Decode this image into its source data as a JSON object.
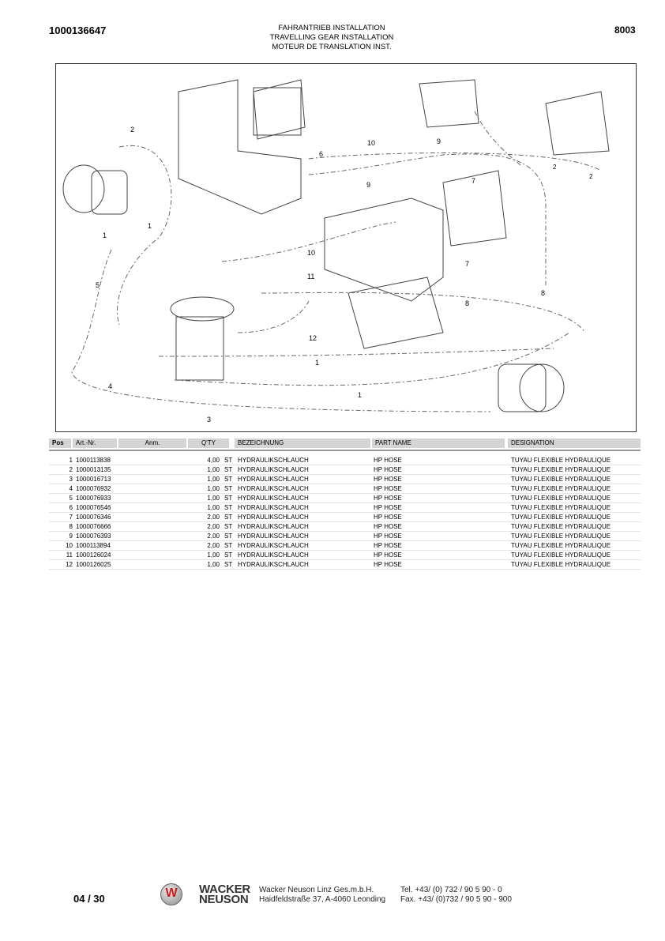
{
  "header": {
    "doc_number": "1000136647",
    "page_code": "8003",
    "titles": [
      "FAHRANTRIEB INSTALLATION",
      "TRAVELLING GEAR INSTALLATION",
      "MOTEUR DE TRANSLATION INST."
    ]
  },
  "diagram": {
    "callouts": [
      "2",
      "1",
      "1",
      "5",
      "4",
      "3",
      "6",
      "10",
      "9",
      "9",
      "7",
      "7",
      "10",
      "11",
      "12",
      "8",
      "8",
      "1",
      "1",
      "2",
      "2"
    ]
  },
  "table": {
    "headers": {
      "pos": "Pos",
      "art": "Art.-Nr.",
      "anm": "Anm.",
      "qty": "Q'TY",
      "bez": "BEZEICHNUNG",
      "part": "PART NAME",
      "des": "DESIGNATION"
    },
    "rows": [
      {
        "pos": "1",
        "art": "1000113838",
        "anm": "",
        "qty": "4,00",
        "unit": "ST",
        "bez": "HYDRAULIKSCHLAUCH",
        "part": "HP HOSE",
        "des": "TUYAU FLEXIBLE HYDRAULIQUE"
      },
      {
        "pos": "2",
        "art": "1000013135",
        "anm": "",
        "qty": "1,00",
        "unit": "ST",
        "bez": "HYDRAULIKSCHLAUCH",
        "part": "HP HOSE",
        "des": "TUYAU FLEXIBLE HYDRAULIQUE"
      },
      {
        "pos": "3",
        "art": "1000016713",
        "anm": "",
        "qty": "1,00",
        "unit": "ST",
        "bez": "HYDRAULIKSCHLAUCH",
        "part": "HP HOSE",
        "des": "TUYAU FLEXIBLE HYDRAULIQUE"
      },
      {
        "pos": "4",
        "art": "1000076932",
        "anm": "",
        "qty": "1,00",
        "unit": "ST",
        "bez": "HYDRAULIKSCHLAUCH",
        "part": "HP HOSE",
        "des": "TUYAU FLEXIBLE HYDRAULIQUE"
      },
      {
        "pos": "5",
        "art": "1000076933",
        "anm": "",
        "qty": "1,00",
        "unit": "ST",
        "bez": "HYDRAULIKSCHLAUCH",
        "part": "HP HOSE",
        "des": "TUYAU FLEXIBLE HYDRAULIQUE"
      },
      {
        "pos": "6",
        "art": "1000076546",
        "anm": "",
        "qty": "1,00",
        "unit": "ST",
        "bez": "HYDRAULIKSCHLAUCH",
        "part": "HP HOSE",
        "des": "TUYAU FLEXIBLE HYDRAULIQUE"
      },
      {
        "pos": "7",
        "art": "1000076346",
        "anm": "",
        "qty": "2,00",
        "unit": "ST",
        "bez": "HYDRAULIKSCHLAUCH",
        "part": "HP HOSE",
        "des": "TUYAU FLEXIBLE HYDRAULIQUE"
      },
      {
        "pos": "8",
        "art": "1000076666",
        "anm": "",
        "qty": "2,00",
        "unit": "ST",
        "bez": "HYDRAULIKSCHLAUCH",
        "part": "HP HOSE",
        "des": "TUYAU FLEXIBLE HYDRAULIQUE"
      },
      {
        "pos": "9",
        "art": "1000076393",
        "anm": "",
        "qty": "2,00",
        "unit": "ST",
        "bez": "HYDRAULIKSCHLAUCH",
        "part": "HP HOSE",
        "des": "TUYAU FLEXIBLE HYDRAULIQUE"
      },
      {
        "pos": "10",
        "art": "1000113894",
        "anm": "",
        "qty": "2,00",
        "unit": "ST",
        "bez": "HYDRAULIKSCHLAUCH",
        "part": "HP HOSE",
        "des": "TUYAU FLEXIBLE HYDRAULIQUE"
      },
      {
        "pos": "11",
        "art": "1000126024",
        "anm": "",
        "qty": "1,00",
        "unit": "ST",
        "bez": "HYDRAULIKSCHLAUCH",
        "part": "HP HOSE",
        "des": "TUYAU FLEXIBLE HYDRAULIQUE"
      },
      {
        "pos": "12",
        "art": "1000126025",
        "anm": "",
        "qty": "1,00",
        "unit": "ST",
        "bez": "HYDRAULIKSCHLAUCH",
        "part": "HP HOSE",
        "des": "TUYAU FLEXIBLE HYDRAULIQUE"
      }
    ]
  },
  "footer": {
    "page": "04 / 30",
    "logo_letter": "W",
    "brand": [
      "WACKER",
      "NEUSON"
    ],
    "company": "Wacker Neuson Linz  Ges.m.b.H.",
    "address": "Haidfeldstraße 37, A-4060 Leonding",
    "tel": "Tel. +43/ (0) 732 / 90 5 90 - 0",
    "fax": "Fax. +43/ (0)732 / 90 5 90 - 900"
  }
}
